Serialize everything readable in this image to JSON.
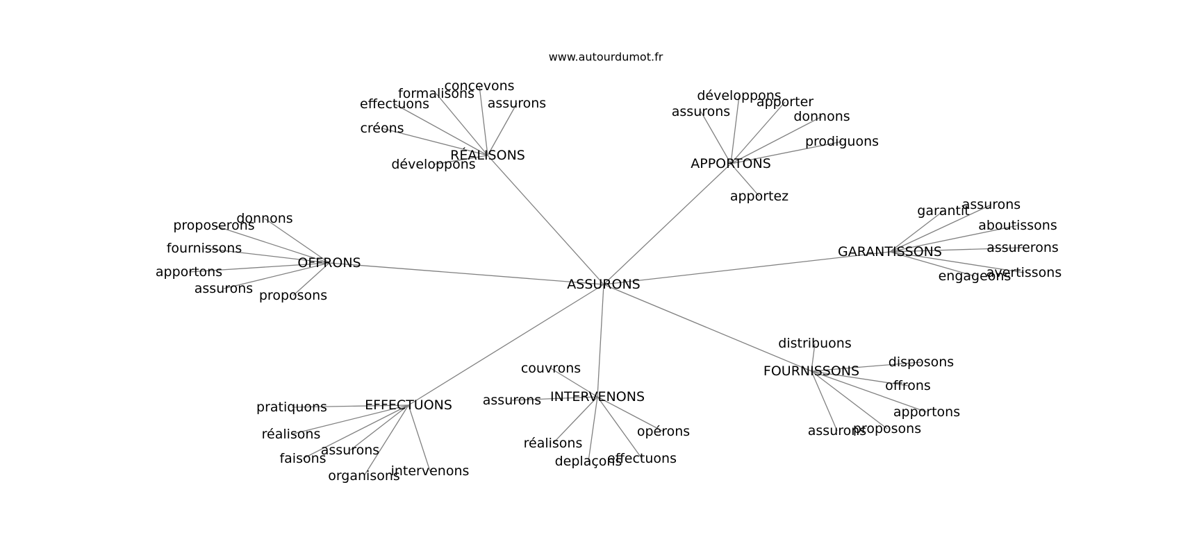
{
  "header": {
    "site": "www.autourdumot.fr"
  },
  "diagram": {
    "edge_color": "#808080",
    "label_color": "#000000",
    "root": "ASSURONS",
    "hubs": [
      {
        "label": "RÉALISONS",
        "children": [
          "concevons",
          "formalisons",
          "effectuons",
          "assurons",
          "créons",
          "développons"
        ]
      },
      {
        "label": "APPORTONS",
        "children": [
          "développons",
          "apporter",
          "assurons",
          "donnons",
          "prodiguons",
          "apportez"
        ]
      },
      {
        "label": "OFFRONS",
        "children": [
          "donnons",
          "proposerons",
          "fournissons",
          "apportons",
          "assurons",
          "proposons"
        ]
      },
      {
        "label": "GARANTISSONS",
        "children": [
          "garantit",
          "assurons",
          "aboutissons",
          "assurerons",
          "avertissons",
          "engageons"
        ]
      },
      {
        "label": "FOURNISSONS",
        "children": [
          "distribuons",
          "disposons",
          "offrons",
          "apportons",
          "assurons",
          "proposons"
        ]
      },
      {
        "label": "INTERVENONS",
        "children": [
          "couvrons",
          "assurons",
          "réalisons",
          "opérons",
          "deplaçons",
          "effectuons"
        ]
      },
      {
        "label": "EFFECTUONS",
        "children": [
          "pratiquons",
          "réalisons",
          "assurons",
          "faisons",
          "organisons",
          "intervenons"
        ]
      }
    ]
  }
}
